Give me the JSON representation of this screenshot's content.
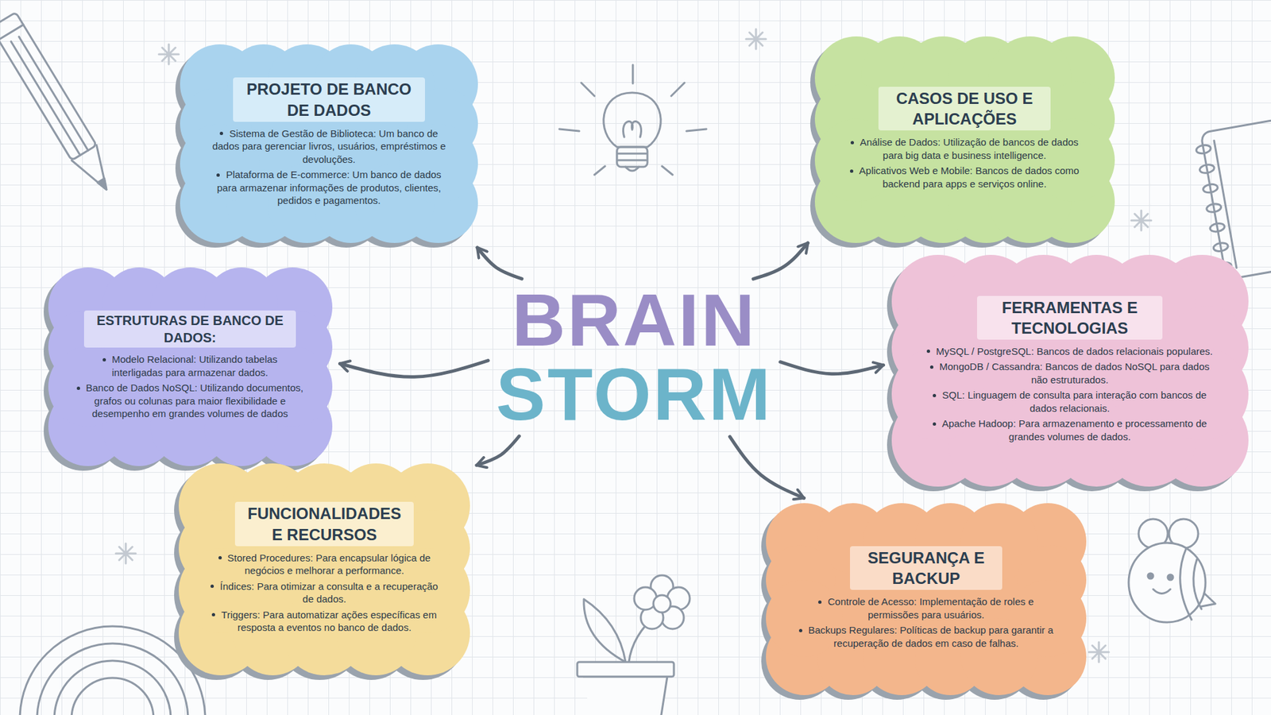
{
  "diagram": {
    "nodes": [
      {
        "text": [
          "BRAIN",
          "STORM"
        ]
      },
      {
        "text": [
          "PROJETO DE BANCO DE DADOS",
          "Sistema de Gestão de Biblioteca: Um banco de dados para gerenciar livros, usuários, empréstimos e devoluções.",
          "Plataforma de E-commerce: Um banco de dados para armazenar informações de produtos, clientes, pedidos e pagamentos."
        ]
      },
      {
        "text": [
          "CASOS DE USO E APLICAÇÕES",
          "Análise de Dados: Utilização de bancos de dados para big data e business intelligence.",
          "Aplicativos Web e Mobile: Bancos de dados como backend para apps e serviços online."
        ]
      },
      {
        "text": [
          "ESTRUTURAS DE BANCO DE DADOS:",
          "Modelo Relacional: Utilizando tabelas interligadas para armazenar dados.",
          "Banco de Dados NoSQL: Utilizando documentos, grafos ou colunas para maior flexibilidade e desempenho em grandes volumes de dados"
        ]
      },
      {
        "text": [
          "FERRAMENTAS E TECNOLOGIAS",
          "MySQL / PostgreSQL: Bancos de dados relacionais populares.",
          "MongoDB / Cassandra: Bancos de dados NoSQL para dados não estruturados.",
          "SQL: Linguagem de consulta para interação com bancos de dados relacionais.",
          "Apache Hadoop: Para armazenamento e processamento de grandes volumes de dados."
        ]
      },
      {
        "text": [
          "FUNCIONALIDADES E RECURSOS",
          "Stored Procedures: Para encapsular lógica de negócios e melhorar a performance.",
          "Índices: Para otimizar a consulta e a recuperação de dados.",
          "Triggers: Para automatizar ações específicas em resposta a eventos no banco de dados."
        ]
      },
      {
        "text": [
          "SEGURANÇA E BACKUP",
          "Controle de Acesso: Implementação de roles e permissões para usuários.",
          "Backups Regulares: Políticas de backup para garantir a recuperação de dados em caso de falhas."
        ]
      }
    ],
    "edges": [
      {
        "from": 0,
        "to": 1,
        "arrow": "to"
      },
      {
        "from": 0,
        "to": 2,
        "arrow": "to"
      },
      {
        "from": 0,
        "to": 3,
        "arrow": "to"
      },
      {
        "from": 0,
        "to": 4,
        "arrow": "to"
      },
      {
        "from": 0,
        "to": 5,
        "arrow": "to"
      },
      {
        "from": 0,
        "to": 6,
        "arrow": "to"
      }
    ]
  }
}
